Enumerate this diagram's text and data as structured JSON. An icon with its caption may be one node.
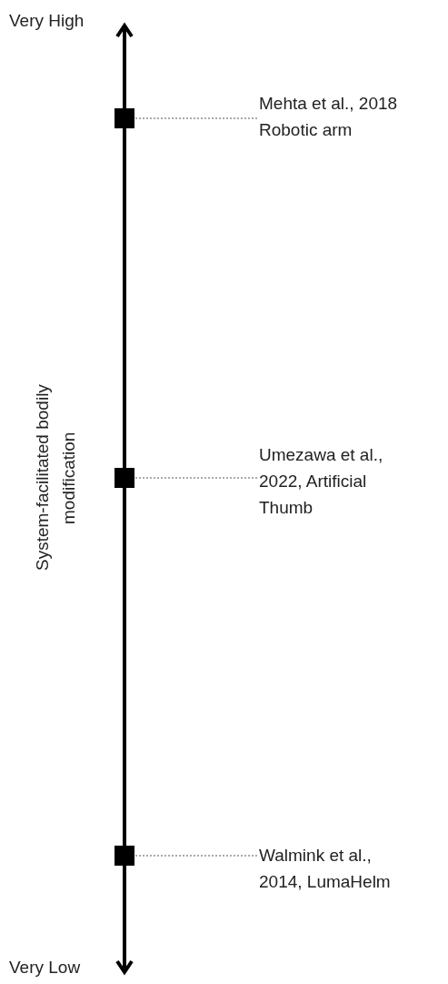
{
  "diagram": {
    "nodes": [
      {
        "text": [],
        "shape": "box"
      },
      {
        "text": [
          "Mehta et al., 2018 Robotic arm"
        ]
      },
      {
        "text": [],
        "shape": "box"
      },
      {
        "text": [
          "Umezawa et al., 2022, Artificial Thumb"
        ]
      },
      {
        "text": [],
        "shape": "box"
      },
      {
        "text": [
          "Walmink et al., 2014, LumaHelm"
        ]
      }
    ],
    "edges": [
      {
        "from": 1,
        "to": 0,
        "arrow": "none",
        "style": "dashed"
      },
      {
        "from": 3,
        "to": 2,
        "arrow": "none",
        "style": "dashed"
      },
      {
        "from": 5,
        "to": 4,
        "arrow": "none",
        "style": "dashed"
      }
    ],
    "labels": [
      "Very High",
      "System-facilitated bodily modification",
      "Very Low"
    ]
  }
}
